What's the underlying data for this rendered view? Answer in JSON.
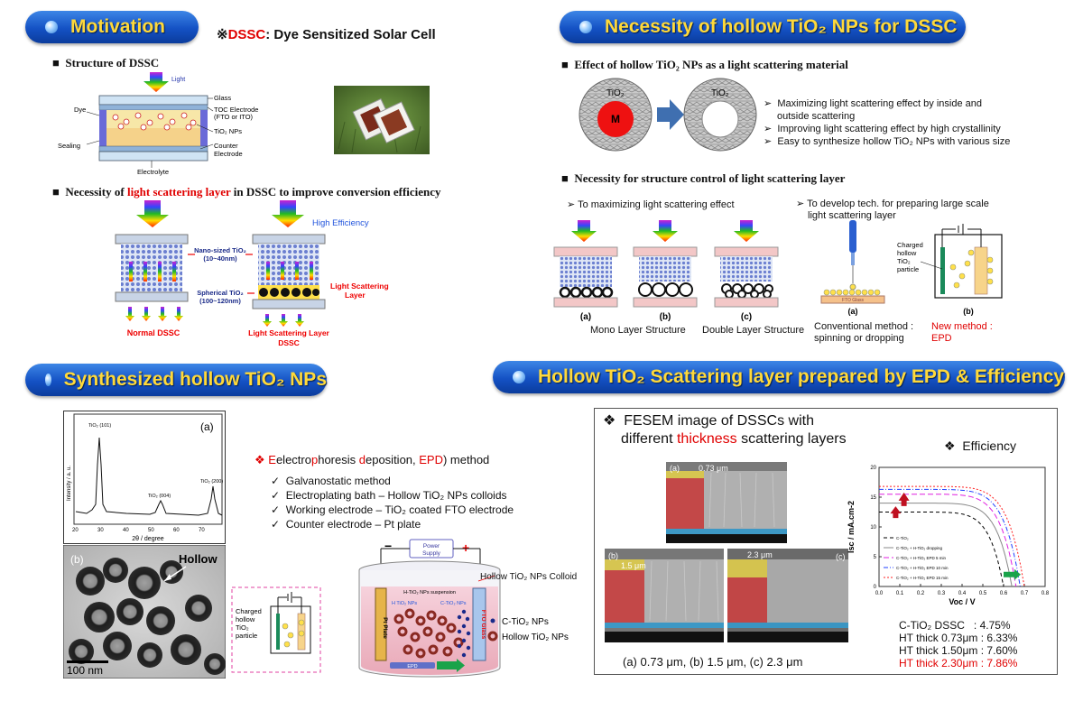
{
  "motivation": {
    "title": "Motivation",
    "dssc_note_mark": "※",
    "dssc_note_abbr": "DSSC",
    "dssc_note_rest": ": Dye Sensitized Solar Cell",
    "structure_header": "Structure of DSSC",
    "structure_labels": {
      "light": "Light",
      "glass": "Glass",
      "toc": "TOC Electrode",
      "toc2": "(FTO or ITO)",
      "dye": "Dye",
      "tio2": "TiO₂ NPs",
      "sealing": "Sealing",
      "counter": "Counter",
      "counter2": "Electrode",
      "electrolyte": "Electrolyte"
    },
    "necessity_pre": "Necessity of ",
    "necessity_red": "light scattering layer",
    "necessity_post": " in DSSC to improve conversion efficiency",
    "diagram_labels": {
      "high_eff": "High Efficiency",
      "nano1": "Nano-sized TiO₂",
      "nano2": "(10~40nm)",
      "sph1": "Spherical TiO₂",
      "sph2": "(100~120nm)",
      "lsl1": "Light Scattering",
      "lsl2": "Layer",
      "normal": "Normal DSSC",
      "lsd1": "Light Scattering Layer",
      "lsd2": "DSSC"
    }
  },
  "necessity": {
    "title": "Necessity of hollow TiO₂ NPs for DSSC",
    "effect_header": "Effect of hollow TiO₂ NPs as a light scattering material",
    "tio2_label": "TiO₂",
    "m_label": "M",
    "bullets": [
      "Maximizing light scattering effect by inside and",
      "outside scattering",
      "Improving light scattering effect by high crystallinity",
      "Easy to synthesize hollow TiO₂ NPs with various size"
    ],
    "structure_header": "Necessity for structure control of light scattering layer",
    "maximize": "To maximizing light scattering effect",
    "develop1": "To develop tech. for preparing large scale",
    "develop2": "light scattering layer",
    "panels": [
      "(a)",
      "(b)",
      "(c)"
    ],
    "mono": "Mono Layer Structure",
    "double": "Double Layer Structure",
    "fto_glass": "FTO Glass",
    "charged": [
      "Charged",
      "hollow",
      "TiO₂",
      "particle"
    ],
    "epd_panels": [
      "(a)",
      "(b)"
    ],
    "conv1": "Conventional method :",
    "conv2": "spinning or dropping",
    "new1": "New method :",
    "new2": "EPD"
  },
  "synth": {
    "title": "Synthesized hollow TiO₂ NPs",
    "xrd_label": "(a)",
    "peaks": [
      "TiO₂ (101)",
      "TiO₂ (004)",
      "TiO₂ (200)"
    ],
    "ylabel": "Intensity / a. u.",
    "xlabel": "2θ / degree",
    "xticks": [
      "20",
      "30",
      "40",
      "50",
      "60",
      "70"
    ],
    "tem_label": "(b)",
    "hollow": "Hollow",
    "scale": "100 nm",
    "epd_head_red1": "E",
    "epd_head_1": "electro",
    "epd_head_red2": "p",
    "epd_head_2": "horesis ",
    "epd_head_red3": "d",
    "epd_head_3": "eposition, ",
    "epd_head_red4": "EPD",
    "epd_head_4": ") method",
    "checks": [
      "Galvanostatic method",
      "Electroplating bath – Hollow TiO₂ NPs colloids",
      "Working electrode – TiO₂ coated FTO electrode",
      "Counter electrode – Pt plate"
    ],
    "power1": "Power",
    "power2": "Supply",
    "colloid": "Hollow TiO₂ NPs Colloid",
    "suspension": "H-TiO₂ NPs suspension",
    "htio2": "H TiO₂ NPs",
    "ctio2": "C-TiO₂ NPs",
    "pt": "Pt Plate",
    "fto": "FTO Glass",
    "legend_c": "C-TiO₂ NPs",
    "legend_h": "Hollow TiO₂ NPs",
    "charged": [
      "Charged",
      "hollow",
      "TiO₂",
      "particle"
    ]
  },
  "hollow": {
    "title": "Hollow TiO₂ Scattering layer prepared by EPD & Efficiency",
    "fesem1": "FESEM image of DSSCs with",
    "fesem2_pre": "different ",
    "fesem2_red": "thickness",
    "fesem2_post": " scattering layers",
    "efficiency": "Efficiency",
    "sem_a": "(a)",
    "sem_a_t": "0.73 μm",
    "sem_b": "(b)",
    "sem_b_t": "1.5 μm",
    "sem_c": "(c)",
    "sem_c_t": "2.3 μm",
    "caption": "(a) 0.73 μm, (b) 1.5 μm, (c) 2.3 μm",
    "results": [
      {
        "label": "C-TiO₂ DSSC",
        "value": "4.75%"
      },
      {
        "label": "HT thick 0.73μm",
        "value": "6.33%"
      },
      {
        "label": "HT thick 1.50μm",
        "value": "7.60%"
      },
      {
        "label": "HT thick 2.30μm",
        "value": "7.86%"
      }
    ],
    "accent_red": "#e00000"
  },
  "chart_data": {
    "type": "line",
    "xlabel": "Voc / V",
    "ylabel": "Isc / mA.cm-2",
    "xlim": [
      0,
      0.8
    ],
    "ylim": [
      0,
      20
    ],
    "xticks": [
      0.0,
      0.1,
      0.2,
      0.3,
      0.4,
      0.5,
      0.6,
      0.7,
      0.8
    ],
    "yticks": [
      0,
      5,
      10,
      15,
      20
    ],
    "legend_position": "bottom-left",
    "series": [
      {
        "name": "C-TiO₂",
        "color": "#000000",
        "dash": "4,3",
        "jsc": 12.5,
        "voc": 0.6
      },
      {
        "name": "C-TiO₂ + H-TiO₂ dropping",
        "color": "#888888",
        "dash": "",
        "jsc": 14.0,
        "voc": 0.64
      },
      {
        "name": "C-TiO₂ + H-TiO₂ EPD 5 min",
        "color": "#e020e0",
        "dash": "6,3",
        "jsc": 15.5,
        "voc": 0.66
      },
      {
        "name": "C-TiO₂ + H-TiO₂ EPD 10 min",
        "color": "#2040ff",
        "dash": "5,2,1,2",
        "jsc": 16.3,
        "voc": 0.68
      },
      {
        "name": "C-TiO₂ + H-TiO₂ EPD 15 min",
        "color": "#ff2020",
        "dash": "2,2",
        "jsc": 16.8,
        "voc": 0.7
      }
    ]
  }
}
